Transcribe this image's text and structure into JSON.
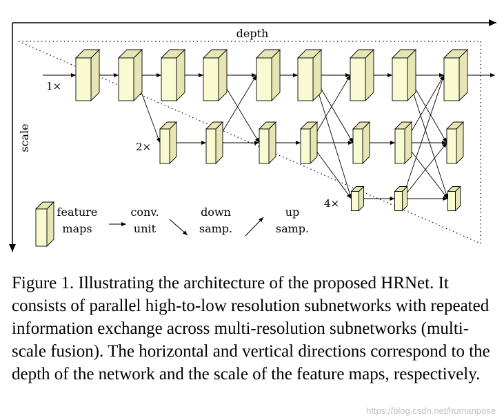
{
  "figure": {
    "depth_label": "depth",
    "scale_label": "scale",
    "resolution_labels": [
      "1×",
      "2×",
      "4×"
    ],
    "legend": {
      "feature_maps": [
        "feature",
        "maps"
      ],
      "conv_unit": [
        "conv.",
        "unit"
      ],
      "down_samp": [
        "down",
        "samp."
      ],
      "up_samp": [
        "up",
        "samp."
      ]
    },
    "colors": {
      "block_front": "#fafad2",
      "block_side": "#e6e6b4",
      "line": "#000000"
    }
  },
  "caption": {
    "label": "Figure 1.",
    "text": "Illustrating the architecture of the proposed HRNet. It consists of parallel high-to-low resolution subnetworks with repeated information exchange across multi-resolution subnetworks (multi-scale fusion). The horizontal and vertical directions correspond to the depth of the network and the scale of the feature maps, respectively."
  },
  "watermark": "https://blog.csdn.net/humanpose"
}
